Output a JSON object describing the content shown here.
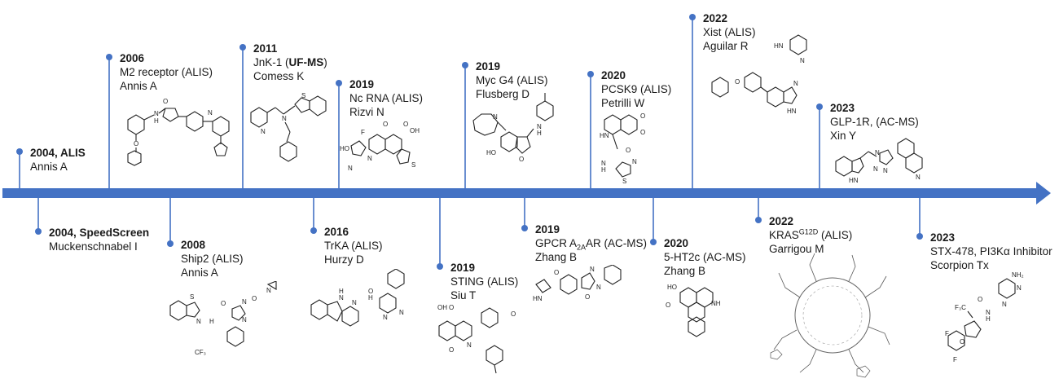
{
  "colors": {
    "accent": "#4472c4",
    "text": "#1a1a1a",
    "structure": "#222222"
  },
  "events": [
    {
      "id": "e1",
      "year": "2004, ALIS",
      "target": "",
      "author": "Annis A",
      "position": "above"
    },
    {
      "id": "e2",
      "year": "2004, SpeedScreen",
      "target": "",
      "author": "Muckenschnabel I",
      "position": "below"
    },
    {
      "id": "e3",
      "year": "2006",
      "target": "M2 receptor (ALIS)",
      "author": "Annis A",
      "position": "above"
    },
    {
      "id": "e4",
      "year": "2008",
      "target": "Ship2 (ALIS)",
      "author": "Annis A",
      "position": "below"
    },
    {
      "id": "e5",
      "year": "2011",
      "target_prefix": "JnK-1 (",
      "target_bold": "UF-MS",
      "target_suffix": ")",
      "author": "Comess K",
      "position": "above"
    },
    {
      "id": "e6",
      "year": "2016",
      "target": "TrKA (ALIS)",
      "author": "Hurzy D",
      "position": "below"
    },
    {
      "id": "e7",
      "year": "2019",
      "target": "Nc RNA (ALIS)",
      "author": "Rizvi N",
      "position": "above"
    },
    {
      "id": "e8",
      "year": "2019",
      "target": "STING (ALIS)",
      "author": "Siu T",
      "position": "below"
    },
    {
      "id": "e9",
      "year": "2019",
      "target": "Myc G4 (ALIS)",
      "author": "Flusberg D",
      "position": "above"
    },
    {
      "id": "e10",
      "year": "2019",
      "target_prefix": "GPCR A",
      "target_sub": "2A",
      "target_suffix": "AR (AC-MS)",
      "author": "Zhang B",
      "position": "below"
    },
    {
      "id": "e11",
      "year": "2020",
      "target": "PCSK9 (ALIS)",
      "author": "Petrilli W",
      "position": "above"
    },
    {
      "id": "e12",
      "year": "2020",
      "target": "5-HT2c (AC-MS)",
      "author": "Zhang B",
      "position": "below"
    },
    {
      "id": "e13",
      "year": "2022",
      "target": "Xist (ALIS)",
      "author": "Aguilar R",
      "position": "above"
    },
    {
      "id": "e14",
      "year": "2022",
      "target_prefix": "KRAS",
      "target_sup": "G12D",
      "target_suffix": " (ALIS)",
      "author": "Garrigou M",
      "position": "below"
    },
    {
      "id": "e15",
      "year": "2023",
      "target": "GLP-1R, (AC-MS)",
      "author": "Xin Y",
      "position": "above"
    },
    {
      "id": "e16",
      "year": "2023",
      "target": "STX-478, PI3Kα Inhibitor",
      "author": "Scorpion Tx",
      "position": "below"
    }
  ],
  "structure_labels": {
    "m2": [
      "O",
      "N",
      "H",
      "O",
      "N"
    ],
    "jnk": [
      "N",
      "S",
      "N"
    ],
    "nc": [
      "F",
      "O",
      "OH",
      "O",
      "HO",
      "N",
      "N",
      "S"
    ],
    "myc": [
      "N",
      "HO",
      "O",
      "N",
      "H"
    ],
    "pcsk9": [
      "HN",
      "O",
      "O",
      "O",
      "N",
      "H",
      "S",
      "N"
    ],
    "xist": [
      "HN",
      "N",
      "O",
      "N",
      "HN"
    ],
    "glp": [
      "HN",
      "N",
      "N",
      "N",
      "N"
    ],
    "ship2": [
      "S",
      "N",
      "O",
      "N",
      "N",
      "O",
      "N",
      "H",
      "CF₃"
    ],
    "trka": [
      "H",
      "N",
      "N",
      "O",
      "H",
      "N",
      "N"
    ],
    "sting": [
      "OH",
      "O",
      "O",
      "N",
      "O"
    ],
    "gpcr": [
      "HN",
      "O",
      "N",
      "O",
      "N"
    ],
    "ht2c": [
      "HO",
      "O",
      "NH"
    ],
    "stx": [
      "NH₂",
      "N",
      "N",
      "F₃C",
      "O",
      "N",
      "H",
      "O",
      "F",
      "F"
    ]
  }
}
